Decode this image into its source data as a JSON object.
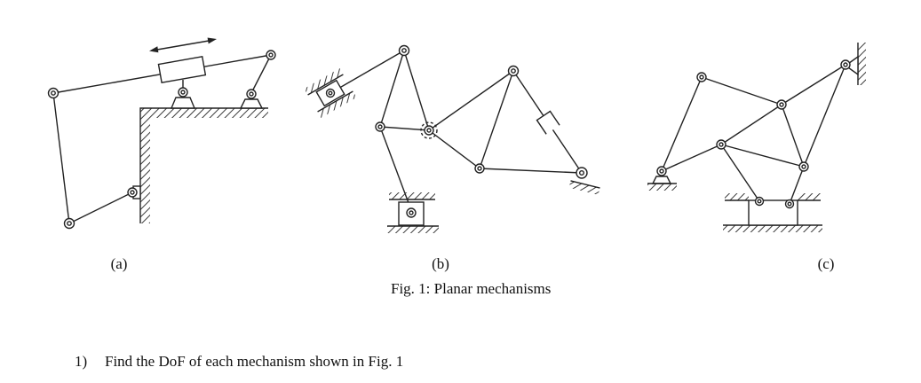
{
  "figure": {
    "labels": {
      "a": "(a)",
      "b": "(b)",
      "c": "(c)"
    },
    "caption": "Fig. 1: Planar mechanisms"
  },
  "questions": [
    {
      "number": "1)",
      "text": "Find the DoF of each mechanism shown in Fig. 1"
    }
  ],
  "diagram": {
    "stroke_color": "#222222",
    "background": "#ffffff",
    "mechanism_count": 3
  }
}
